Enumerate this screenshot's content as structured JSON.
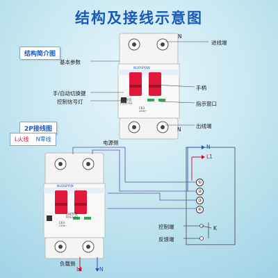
{
  "title": "结构及接线示意图",
  "sections": {
    "structure_intro": "结构简介图",
    "wiring_2p": "2P接线图"
  },
  "phase": {
    "live": "L火线",
    "neutral": "N零线"
  },
  "breaker": {
    "brand": "NUOSPOW",
    "model": "POS1-63",
    "product_tag": "自动专用",
    "rating": "C63",
    "voltage": "230V~"
  },
  "callouts_top": {
    "N": "N",
    "incoming": "进线端",
    "params": "基本参数",
    "handle": "手柄",
    "manual_auto": "手/自动切换键",
    "signal_led": "控制信号灯",
    "indicator": "指示窗口",
    "outgoing": "出线端",
    "bottom_N": "N"
  },
  "wiring": {
    "power_side": "电源侧",
    "N": "N",
    "L1": "L1",
    "terminals": [
      "①",
      "②",
      "③",
      "④"
    ],
    "control_end": "控制端",
    "feedback_end": "反馈端",
    "K": "K",
    "load_side": "负载侧",
    "load_L1": "L1",
    "load_N": "N"
  },
  "colors": {
    "title_blue": "#1a59b8",
    "handle_red": "#e2183a",
    "line_purple": "#5b4fa8",
    "live_red": "#c8102e",
    "neutral_blue": "#1a59b8"
  }
}
